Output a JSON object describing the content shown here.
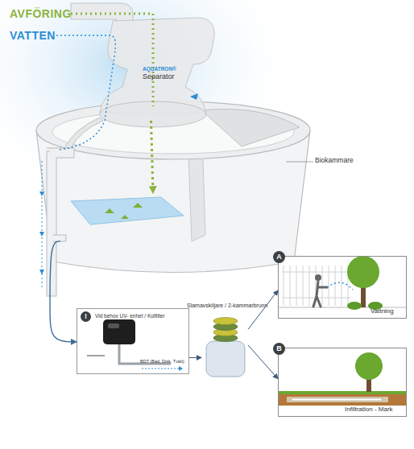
{
  "diagram": {
    "nodes": [
      {
        "text": [
          "AQUATRON®",
          "Separator"
        ]
      },
      {
        "text": [
          "Biokammare"
        ]
      },
      {
        "text": [
          "!",
          "Vid behov UV- enhet / Kolfilter",
          "BDT (Bad, Disk, Tvätt)"
        ]
      },
      {
        "text": [
          "Slamavskiljare / 2-kammarbrunn"
        ]
      },
      {
        "text": [
          "A",
          "Vattning"
        ]
      },
      {
        "text": [
          "B",
          "Infiltration - Mark"
        ]
      }
    ],
    "edges": [
      {
        "from": 0,
        "to": 1,
        "arrow": "to"
      },
      {
        "from": 1,
        "to": 2,
        "arrow": "to"
      },
      {
        "from": 2,
        "to": 3,
        "arrow": "to"
      },
      {
        "from": 3,
        "to": 4,
        "arrow": "to"
      },
      {
        "from": 3,
        "to": 5,
        "arrow": "to"
      }
    ],
    "labels": [
      "AVFÖRING",
      "VATTEN"
    ]
  }
}
